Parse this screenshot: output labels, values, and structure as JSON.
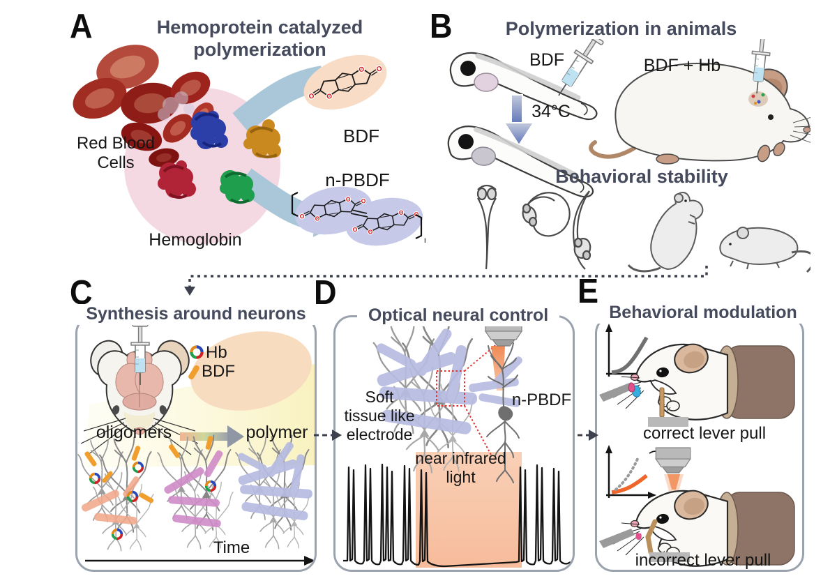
{
  "panels": {
    "a": {
      "letter": "A",
      "title": "Hemoprotein catalyzed polymerization",
      "labels": {
        "rbc": "Red Blood\nCells",
        "hemoglobin": "Hemoglobin",
        "bdf": "BDF",
        "npbdf": "n-PBDF"
      }
    },
    "b": {
      "letter": "B",
      "title": "Polymerization in animals",
      "subtitle": "Behavioral stability",
      "labels": {
        "bdf": "BDF",
        "temperature": "34°C",
        "bdf_hb": "BDF + Hb"
      }
    },
    "c": {
      "letter": "C",
      "title": "Synthesis around neurons",
      "legend": {
        "hb": "Hb",
        "bdf": "BDF"
      },
      "labels": {
        "oligomers": "oligomers",
        "polymer": "polymer",
        "time": "Time"
      }
    },
    "d": {
      "letter": "D",
      "title": "Optical neural control",
      "labels": {
        "electrode": "Soft\ntissue like\nelectrode",
        "npbdf": "n-PBDF",
        "nir": "near infrared\nlight"
      }
    },
    "e": {
      "letter": "E",
      "title": "Behavioral modulation",
      "labels": {
        "correct": "correct lever pull",
        "incorrect": "incorrect lever pull"
      }
    }
  },
  "colors": {
    "slate": "#454a5c",
    "ink": "#141414",
    "box_border": "#9aa2ad",
    "arrow_blue": "#a9c7d9",
    "pink_circle": "#f5d9e2",
    "bdf_glow": "#f8dcc6",
    "npbdf_glow": "#c6c9e8",
    "peach_blob": "#f8dcc0",
    "yellow_band": "#f8f0b8",
    "lavender": "#b7bce1",
    "magenta": "#d08cc8",
    "orange": "#f09f2f",
    "salmon": "#f2a98c",
    "nir_band": "#f8c3a3",
    "beam_orange": "#ef8147",
    "dotted_red": "#e03030",
    "tube_brown": "#8d7466",
    "tube_rim": "#c5af94",
    "ear_tan": "#d9b89d",
    "droplet_blue": "#38aede",
    "droplet_pink": "#e0528c",
    "syringe_fill": "#bfe2f2",
    "grad_arrow_blue": "#5d74b8",
    "rbc_red": "#a02c22"
  }
}
